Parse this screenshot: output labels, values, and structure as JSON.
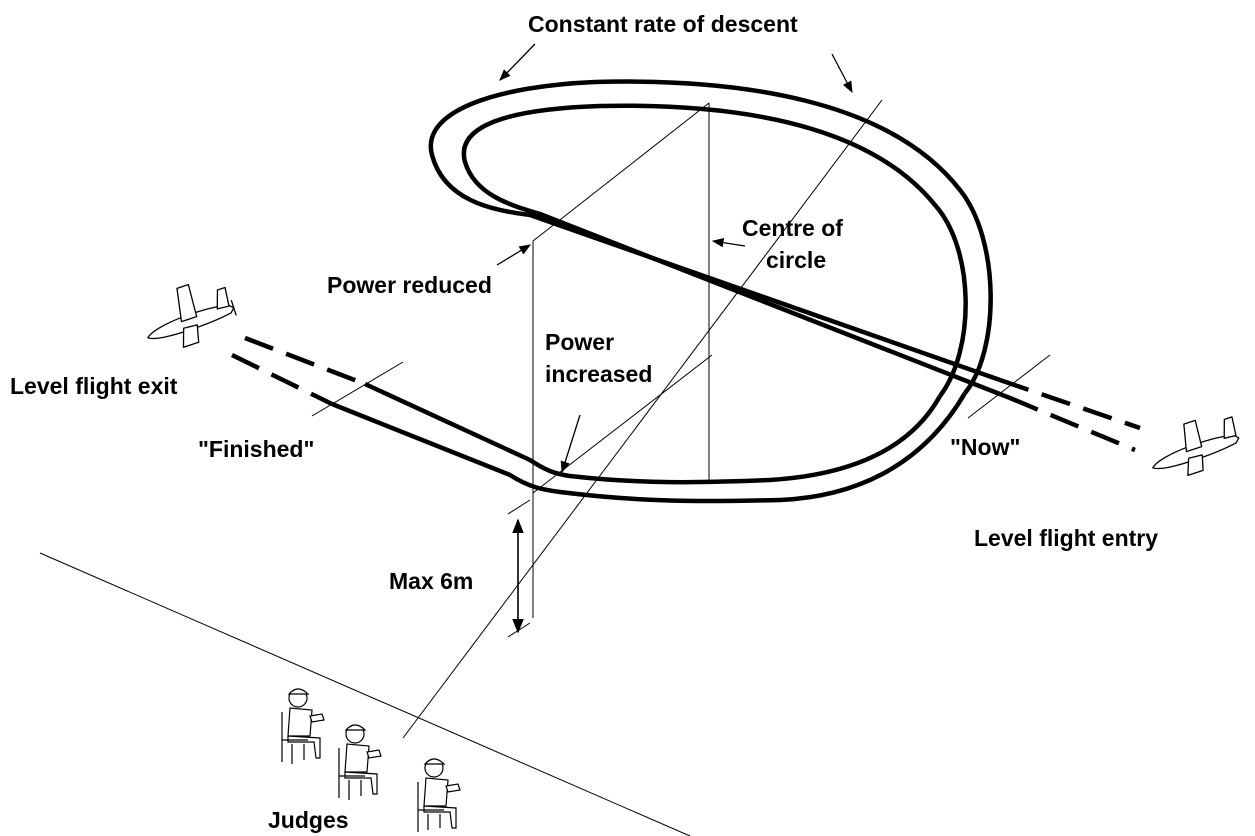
{
  "labels": {
    "title": "Constant rate of descent",
    "centre_line1": "Centre of",
    "centre_line2": "circle",
    "power_reduced": "Power reduced",
    "power_increased_line1": "Power",
    "power_increased_line2": "increased",
    "level_exit": "Level flight exit",
    "finished": "\"Finished\"",
    "now": "\"Now\"",
    "level_entry": "Level flight entry",
    "max_height": "Max 6m",
    "judges": "Judges"
  },
  "icons": {
    "aircraft": "light-aircraft-icon",
    "judge": "seated-judge-icon"
  },
  "colors": {
    "ink": "#000000",
    "background": "#ffffff"
  }
}
